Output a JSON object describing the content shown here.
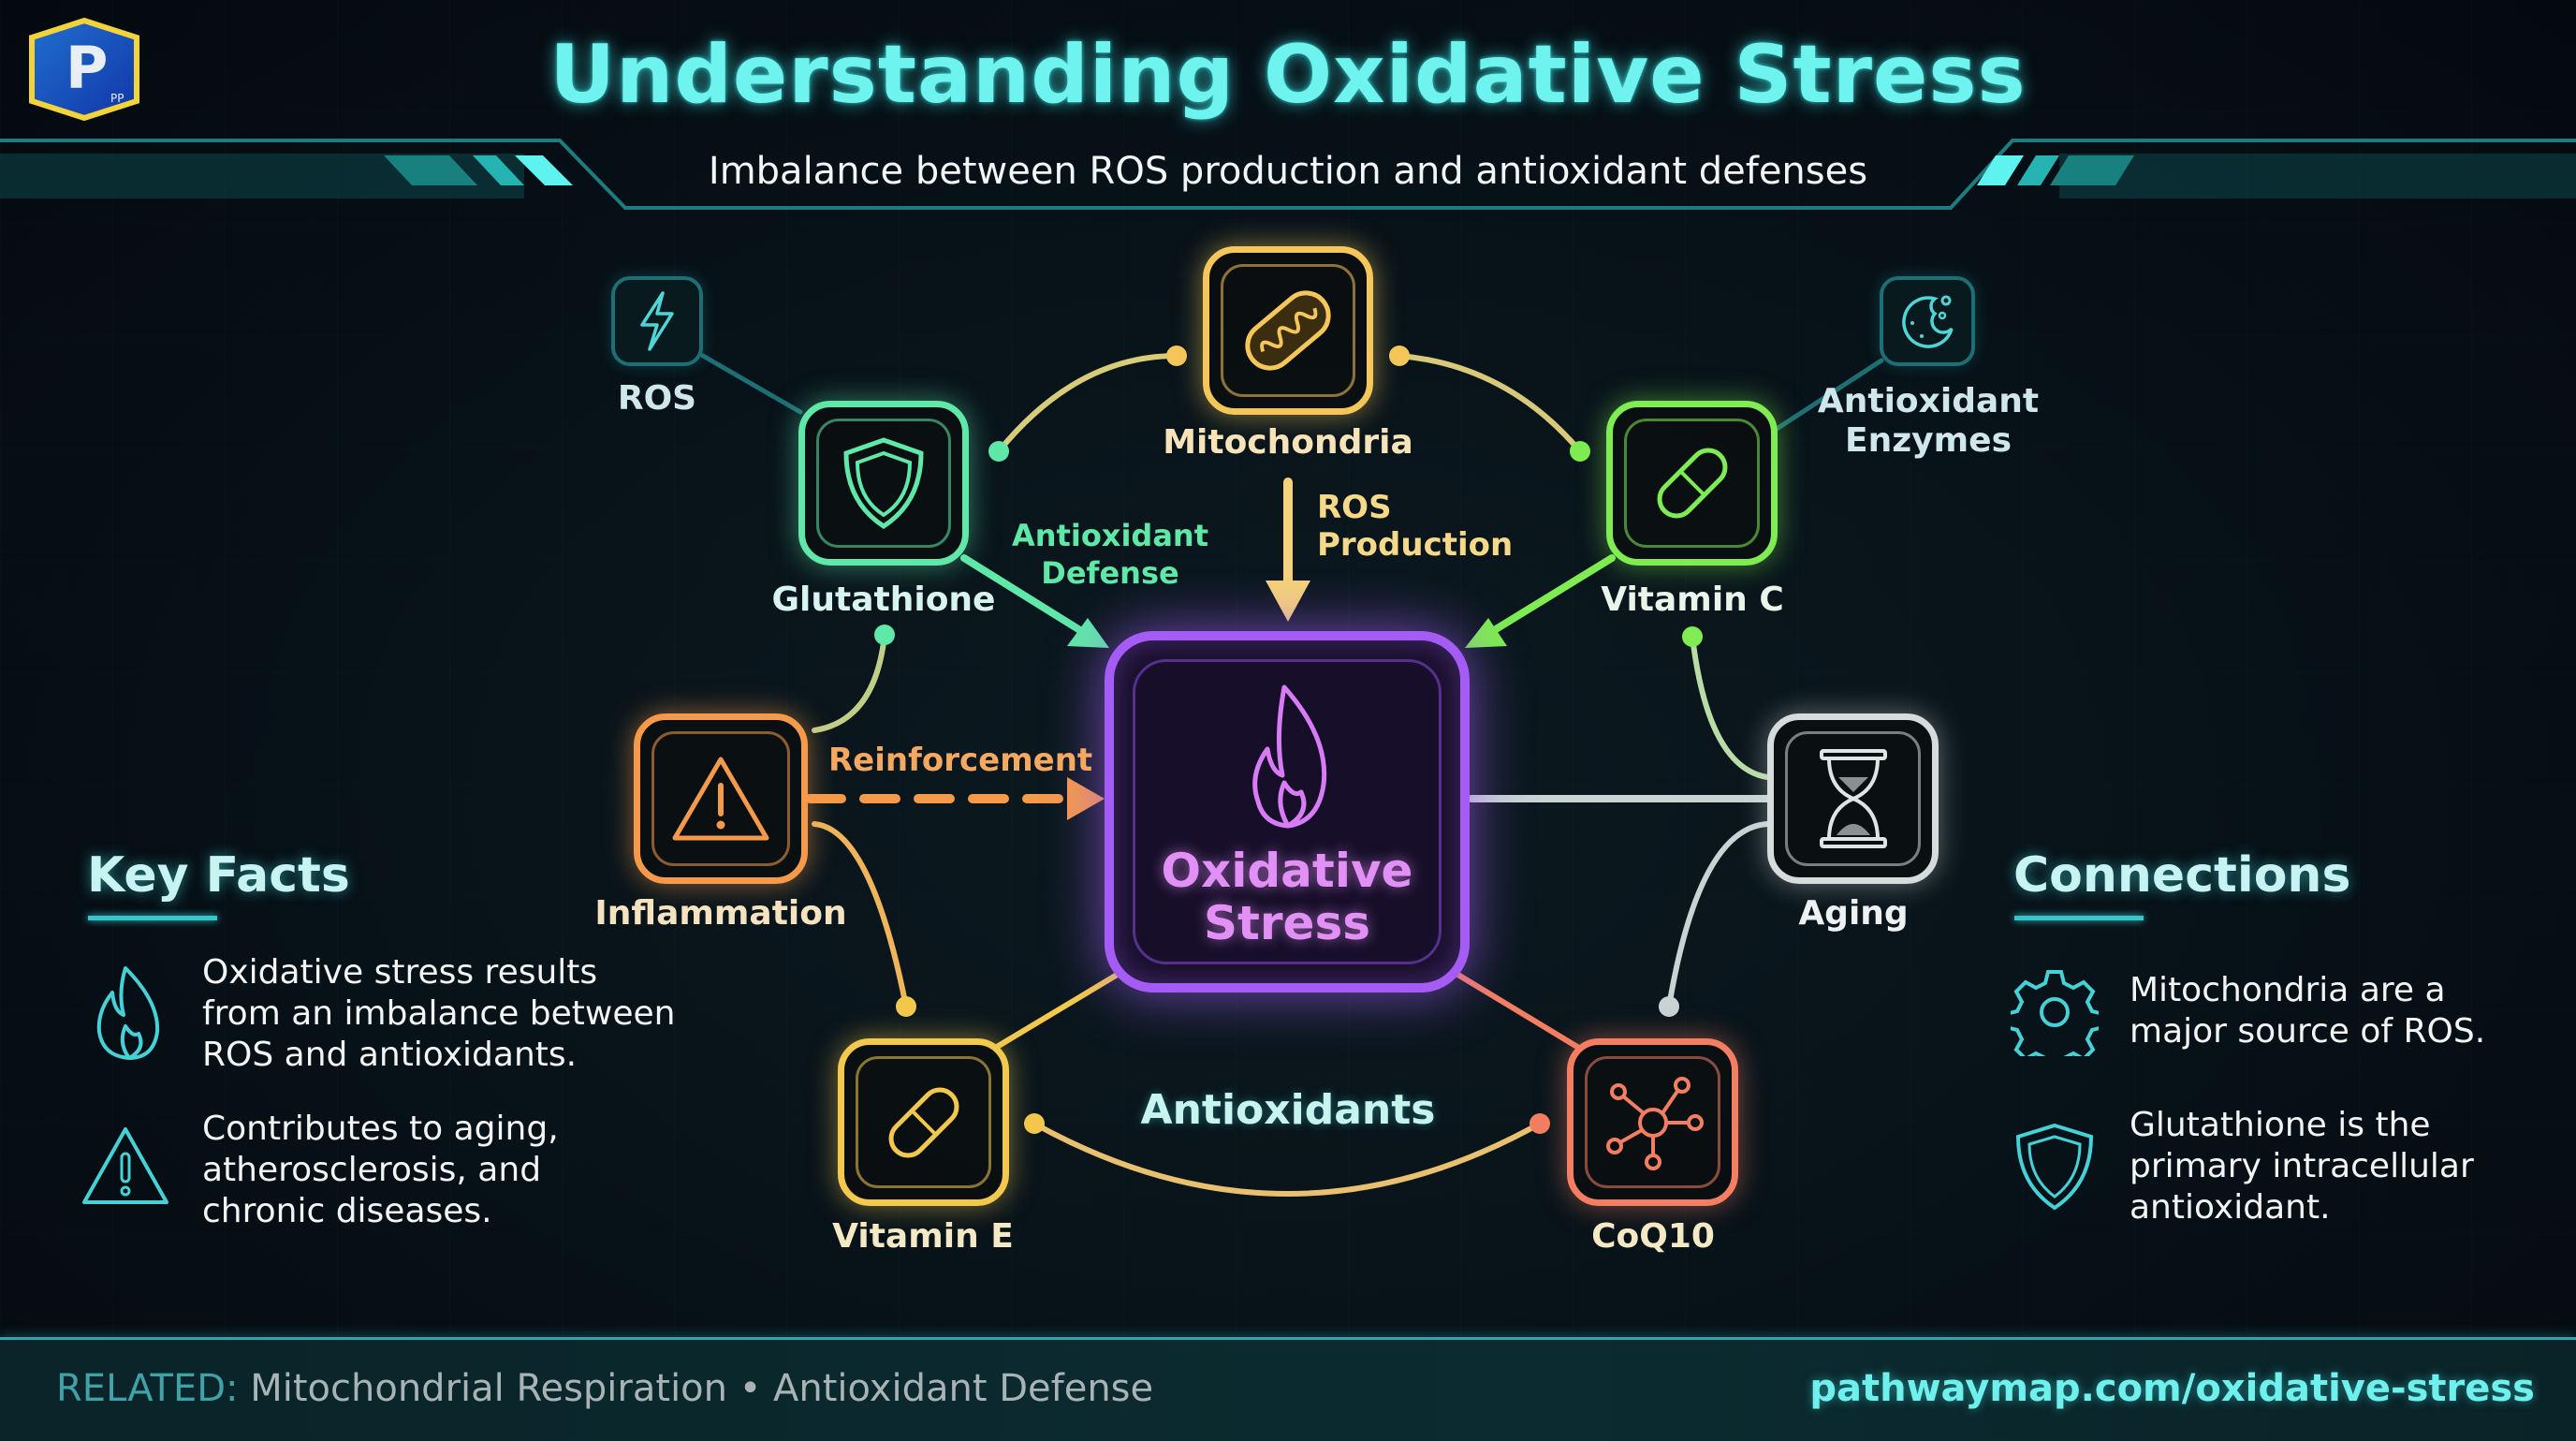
{
  "header": {
    "logo_letter": "P",
    "logo_sub": "PP",
    "title": "Understanding Oxidative Stress",
    "subtitle": "Imbalance between ROS production and antioxidant defenses"
  },
  "colors": {
    "accent_cyan": "#6ff3ee",
    "center_purple": "#a45cf5",
    "mitochondria_gold": "#f5c65a",
    "glutathione_green": "#5fe8a8",
    "vitamin_c_green": "#7eec52",
    "inflammation_orange": "#f59a4a",
    "aging_silver": "#d6dcdc",
    "vitamin_e_yellow": "#f3c94d",
    "coq10_salmon": "#f47e62"
  },
  "diagram": {
    "center": {
      "label_line1": "Oxidative",
      "label_line2": "Stress",
      "icon": "flame-icon"
    },
    "nodes": [
      {
        "id": "mitochondria",
        "label": "Mitochondria",
        "icon": "mitochondria-icon"
      },
      {
        "id": "glutathione",
        "label": "Glutathione",
        "icon": "shield-icon"
      },
      {
        "id": "vitamin_c",
        "label": "Vitamin C",
        "icon": "capsule-icon"
      },
      {
        "id": "inflammation",
        "label": "Inflammation",
        "icon": "warning-icon"
      },
      {
        "id": "aging",
        "label": "Aging",
        "icon": "hourglass-icon"
      },
      {
        "id": "vitamin_e",
        "label": "Vitamin E",
        "icon": "capsule-icon"
      },
      {
        "id": "coq10",
        "label": "CoQ10",
        "icon": "molecule-icon"
      }
    ],
    "satellites": [
      {
        "id": "ros",
        "label": "ROS",
        "icon": "lightning-icon"
      },
      {
        "id": "enzymes",
        "label_line1": "Antioxidant",
        "label_line2": "Enzymes",
        "icon": "cell-icon"
      }
    ],
    "edge_labels": {
      "antioxidant_defense_line1": "Antioxidant",
      "antioxidant_defense_line2": "Defense",
      "ros_production_line1": "ROS",
      "ros_production_line2": "Production",
      "reinforcement": "Reinforcement",
      "antioxidants": "Antioxidants"
    }
  },
  "key_facts": {
    "heading": "Key Facts",
    "items": [
      {
        "icon": "flame-icon",
        "lines": [
          "Oxidative stress results",
          "from an imbalance between",
          "ROS and antioxidants."
        ]
      },
      {
        "icon": "warning-icon",
        "lines": [
          "Contributes to aging,",
          "atherosclerosis, and",
          "chronic diseases."
        ]
      }
    ]
  },
  "connections": {
    "heading": "Connections",
    "items": [
      {
        "icon": "gear-icon",
        "lines": [
          "Mitochondria are a",
          "major source of ROS."
        ]
      },
      {
        "icon": "shield-icon",
        "lines": [
          "Glutathione is the",
          "primary intracellular",
          "antioxidant."
        ]
      }
    ]
  },
  "footer": {
    "related_key": "RELATED:",
    "related_value": "Mitochondrial Respiration • Antioxidant Defense",
    "url": "pathwaymap.com/oxidative-stress"
  }
}
